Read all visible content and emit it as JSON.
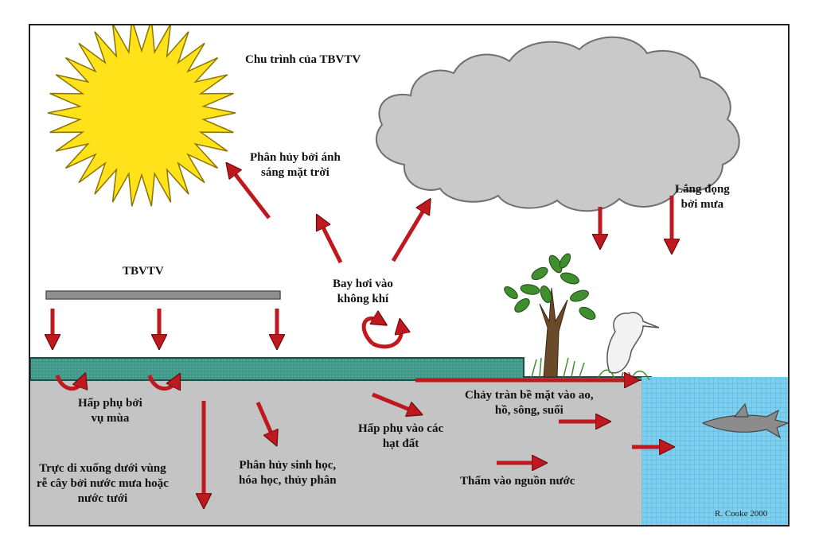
{
  "diagram": {
    "title": "Chu trình của TBVTV",
    "labels": {
      "photolysis": [
        "Phân hủy bởi ánh",
        "sáng mặt trời"
      ],
      "rain_deposition": [
        "Lắng đọng",
        "bởi mưa"
      ],
      "pesticide": "TBVTV",
      "volatilization": [
        "Bay hơi vào",
        "không khí"
      ],
      "crop_absorption": [
        "Hấp phụ bởi",
        "vụ mùa"
      ],
      "soil_adsorption": [
        "Hấp phụ vào các",
        "hạt đất"
      ],
      "runoff": [
        "Chảy tràn bề mặt vào ao,",
        "hồ, sông, suối"
      ],
      "leaching": [
        "Trực di xuống dưới vùng",
        "rễ cây bởi nước mưa hoặc",
        "nước tưới"
      ],
      "degradation": [
        "Phân hủy sinh học,",
        "hóa  học, thủy phân"
      ],
      "groundwater": "Thấm vào nguồn nước"
    },
    "credit": "R. Cooke 2000",
    "colors": {
      "arrow": "#c0181f",
      "sun": "#ffe21a",
      "cloud": "#c9c9c9",
      "soil": "#c4c4c4",
      "crop_layer": "#3f9a8a",
      "water": "#7fd0ee"
    }
  }
}
